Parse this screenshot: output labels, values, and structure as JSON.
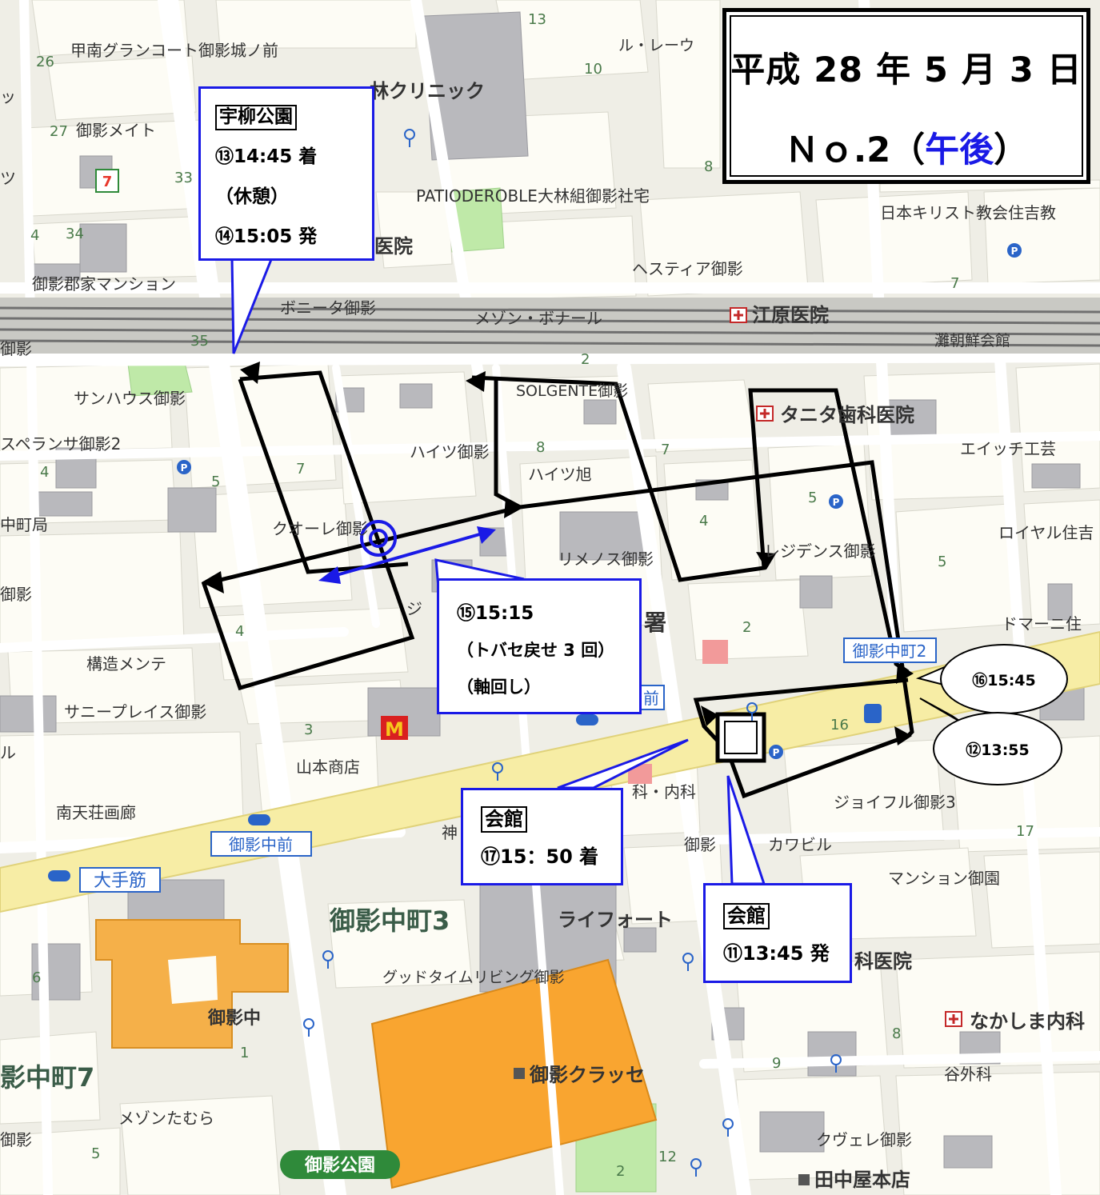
{
  "title": {
    "date": "平成 28 年 5 月 3 日",
    "number": "Ｎｏ.2",
    "paren_open": "（",
    "pm": "午後",
    "paren_close": "）"
  },
  "colors": {
    "map_bg": "#efeee6",
    "block": "#fdfcf5",
    "road": "#ffffff",
    "main_road": "#f7eda5",
    "building": "#b9b9bd",
    "park": "#bfe9a8",
    "school": "#f5b049",
    "mall": "#f9a530",
    "accent_blue": "#1a1ae6",
    "route": "#000000"
  },
  "callouts": {
    "uyanagi": {
      "heading": "宇柳公園",
      "line1": "⑬14:45 着",
      "line2": "（休憩）",
      "line3": "⑭15:05 発"
    },
    "toba": {
      "line1": "⑮15:15",
      "line2": "（トバセ戻せ 3 回）",
      "line3": "（軸回し）"
    },
    "kaikan_arrive": {
      "heading": "会館",
      "line1": "⑰15：50 着"
    },
    "kaikan_depart": {
      "heading": "会館",
      "line1": "⑪13:45 発"
    }
  },
  "ovals": {
    "o16": "⑯15:45",
    "o12": "⑫13:55"
  },
  "map_labels": {
    "konan": "甲南グランコート御影城ノ前",
    "rule": "ル・レーウ",
    "kurinikku": "林クリニック",
    "mikagemeito": "御影メイト",
    "patio": "PATIODEROBLE大林組御影社宅",
    "nihon": "日本キリスト教会住吉教",
    "iin": "医院",
    "hesutia": "ヘスティア御影",
    "gunge": "御影郡家マンション",
    "bonita": "ボニータ御影",
    "maison_bonar": "メゾン・ボナール",
    "ebara": "江原医院",
    "nada": "灘朝鮮会館",
    "mikage_l": "御影",
    "sunhouse": "サンハウス御影",
    "solgente": "SOLGENTE御影",
    "tanita": "タニタ歯科医院",
    "esperanza": "スペランサ御影2",
    "heights_mikage": "ハイツ御影",
    "heights_asahi": "ハイツ旭",
    "eichi": "エイッチ工芸",
    "nakamachi_kyoku": "中町局",
    "quore": "クオーレ御影",
    "rimenos": "リメノス御影",
    "residence": "レジデンス御影",
    "royal": "ロイヤル住吉",
    "mikage_l2": "御影",
    "sho": "署",
    "domani": "ドマーニ住",
    "mikage_nakamachi2": "御影中町2",
    "kozo": "構造メンテ",
    "mae": "前",
    "sunny": "サニープレイス御影",
    "yamamoto": "山本商店",
    "naika": "科・内科",
    "joyful": "ジョイフル御影3",
    "nantenso": "南天荘画廊",
    "mikage_nakamae": "御影中前",
    "mikage_bldg": "御影",
    "kawa_bldg": "カワビル",
    "otesuji": "大手筋",
    "mansion_mien": "マンション御園",
    "mikage_nakamachi3": "御影中町3",
    "lifeforte": "ライフォート",
    "shika_iin": "科医院",
    "goodtime": "グッドタイムリビング御影",
    "mikage_chu": "御影中",
    "nakashima": "なかしま内科",
    "nakamachi7": "影中町7",
    "classe": "御影クラッセ",
    "tanigeka": "谷外科",
    "maison_tamura": "メゾンたむら",
    "quwere": "クヴェレ御影",
    "mikage_koen": "御影公園",
    "tanakaya": "田中屋本店",
    "mikage_bottom": "御影",
    "ru": "ル",
    "ji": "ジ",
    "jin": "神",
    "tsu1": "ッ",
    "tsu2": "ツ"
  },
  "block_numbers": [
    "26",
    "27",
    "33",
    "4",
    "34",
    "13",
    "10",
    "8",
    "7",
    "35",
    "2",
    "7",
    "5",
    "4",
    "8",
    "7",
    "5",
    "4",
    "2",
    "5",
    "4",
    "3",
    "16",
    "17",
    "6",
    "1",
    "5",
    "9",
    "8",
    "12",
    "2"
  ]
}
